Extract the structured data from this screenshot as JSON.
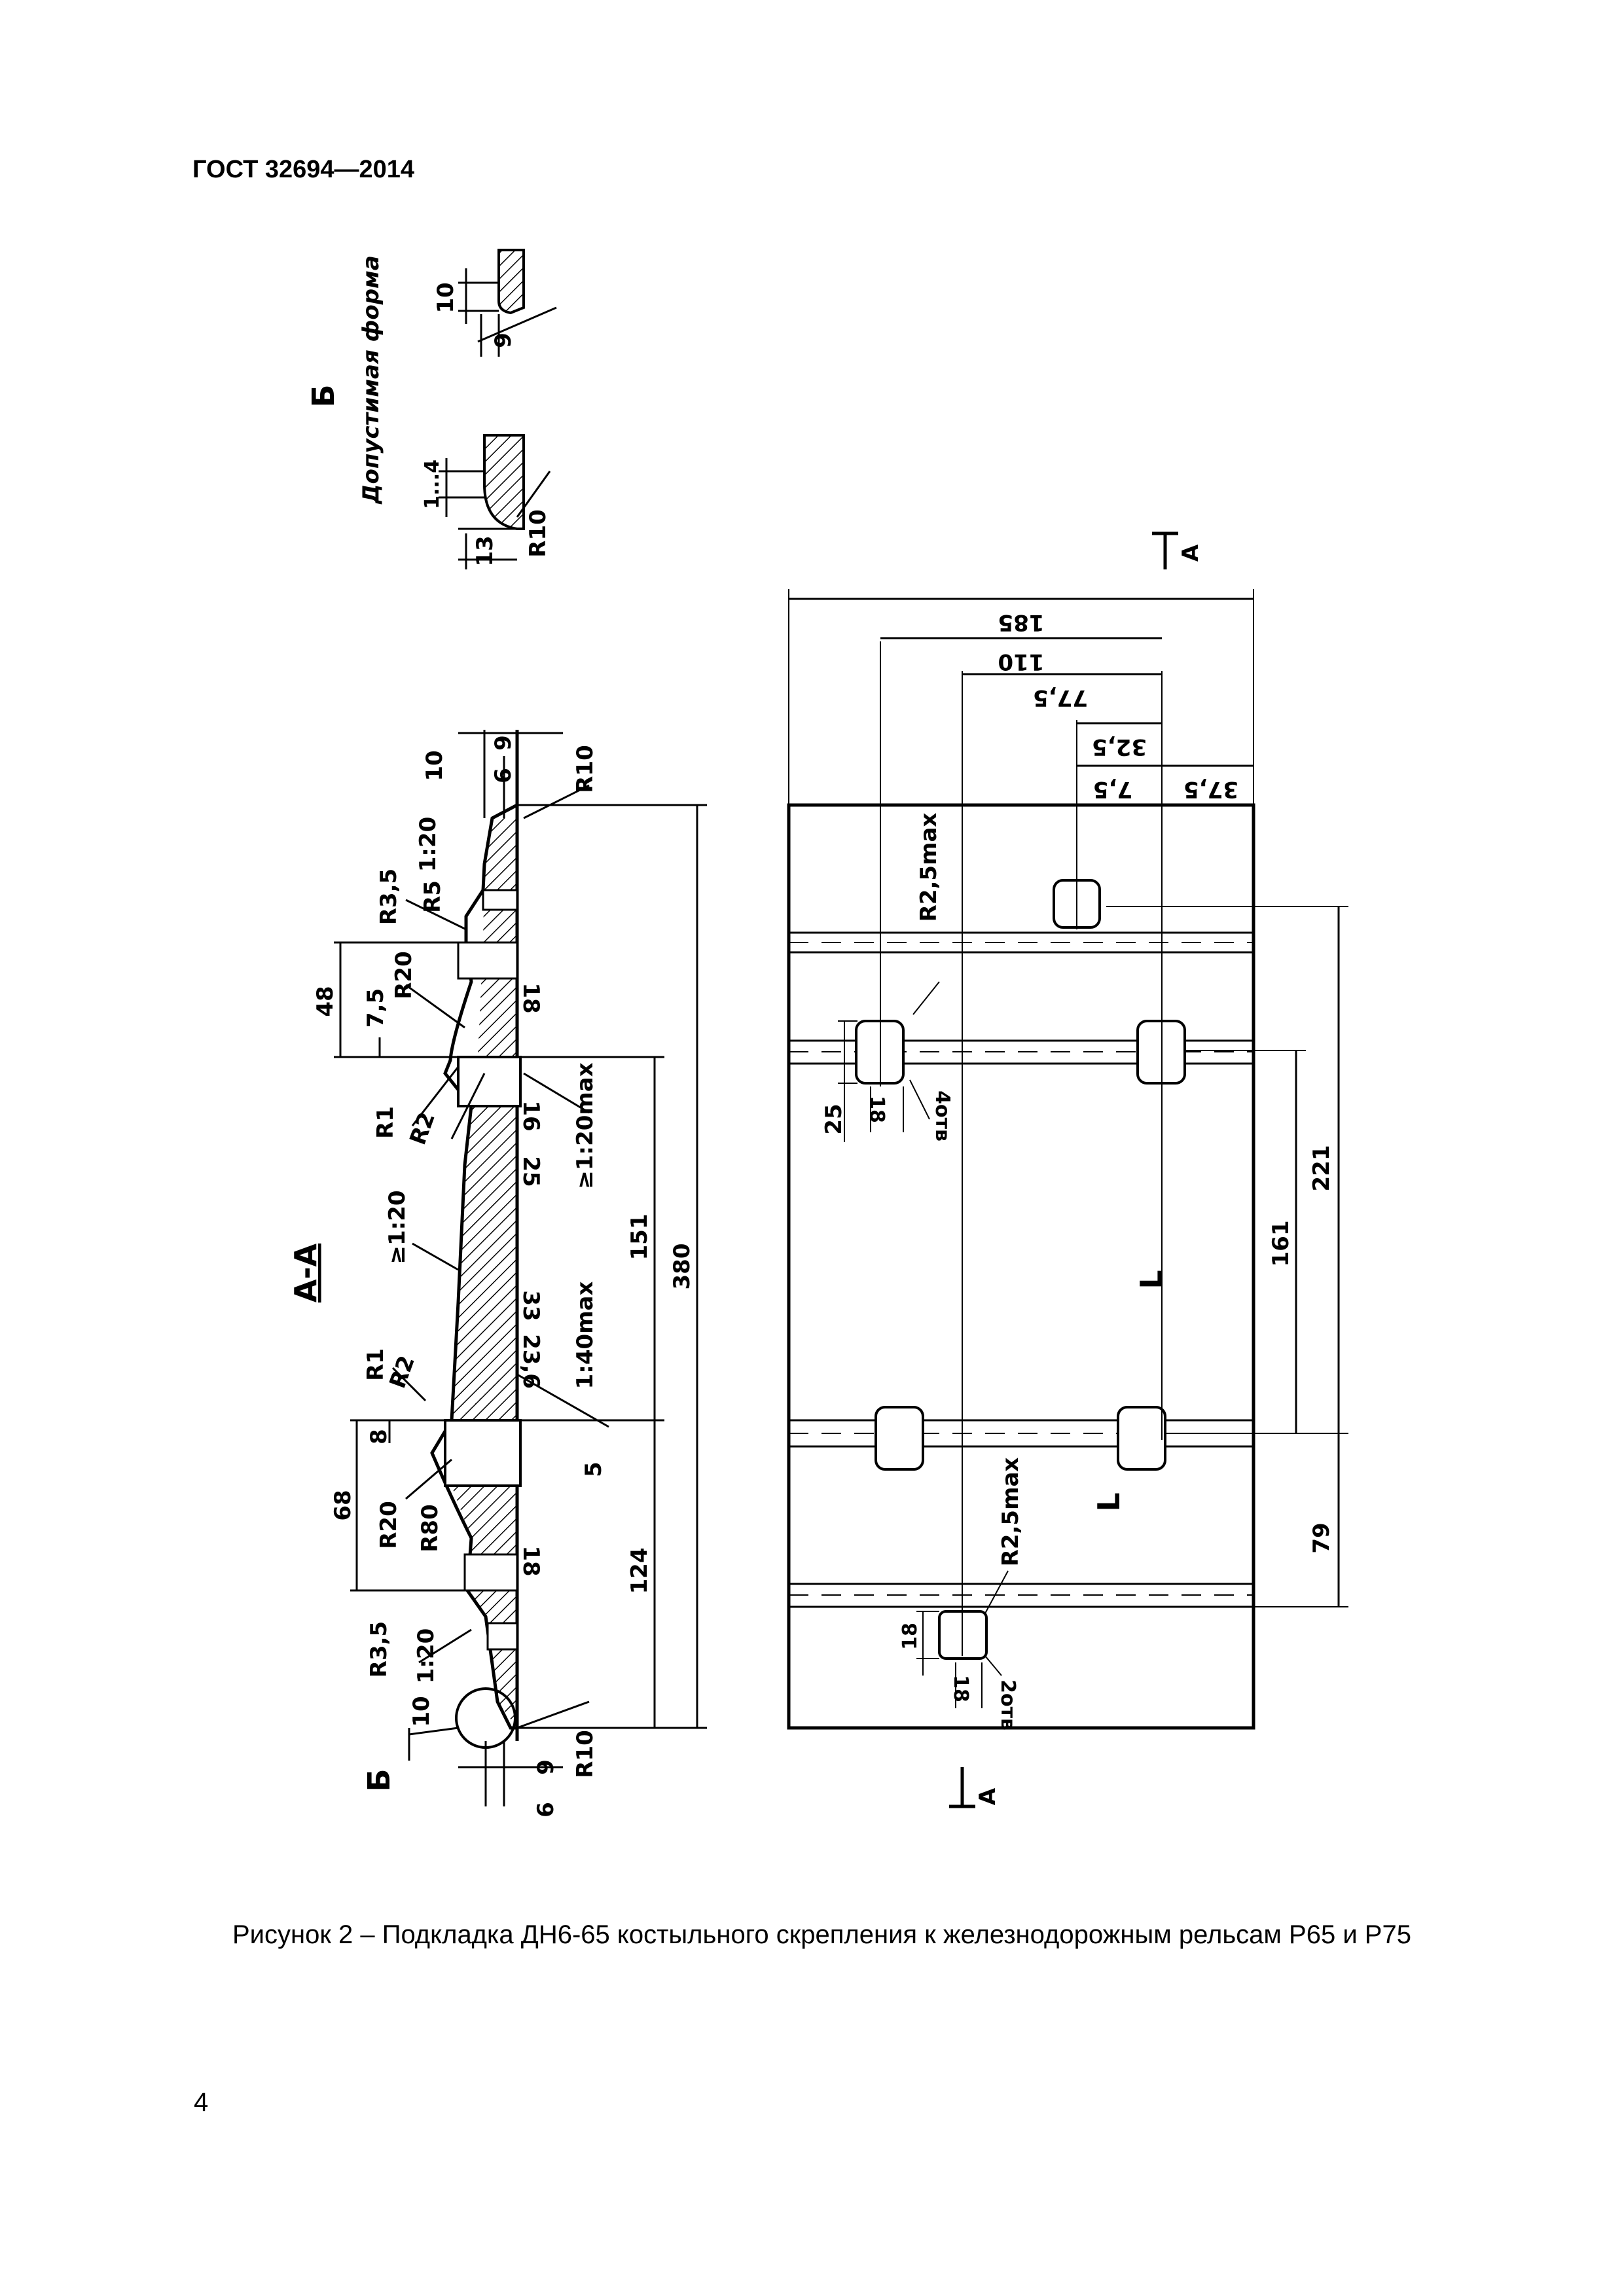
{
  "header": {
    "doc_id": "ГОСТ 32694—2014"
  },
  "figure": {
    "caption": "Рисунок 2 – Подкладка ДН6-65 костыльного скрепления к железнодорожным рельсам Р65 и Р75",
    "detail_b": {
      "title": "Б",
      "subtitle": "Допустимая форма",
      "dims": [
        "10",
        "9",
        "1...4",
        "13",
        "R10"
      ]
    },
    "section_aa": {
      "title": "А-А",
      "dims": [
        "9",
        "6",
        "10",
        "R10",
        "1:20",
        "R5",
        "R3,5",
        "R20",
        "7,5",
        "48",
        "18",
        "R1",
        "R2",
        "16",
        "25",
        "≥1:20max",
        "≥1:20",
        "33",
        "23,6",
        "1:40max",
        "R1",
        "R2",
        "8",
        "68",
        "5",
        "R20",
        "R80",
        "18",
        "R3,5",
        "1:20",
        "10",
        "Б",
        "R10",
        "9",
        "6",
        "151",
        "380",
        "124"
      ]
    },
    "plan_view": {
      "dims": [
        "185",
        "110",
        "77,5",
        "32,5",
        "7,5",
        "37,5",
        "R2,5max",
        "25",
        "18",
        "4отв",
        "221",
        "161",
        "L",
        "L",
        "79",
        "R2,5max",
        "18",
        "18",
        "2отв"
      ],
      "section_markers": [
        "А",
        "А"
      ]
    }
  },
  "page_number": "4"
}
